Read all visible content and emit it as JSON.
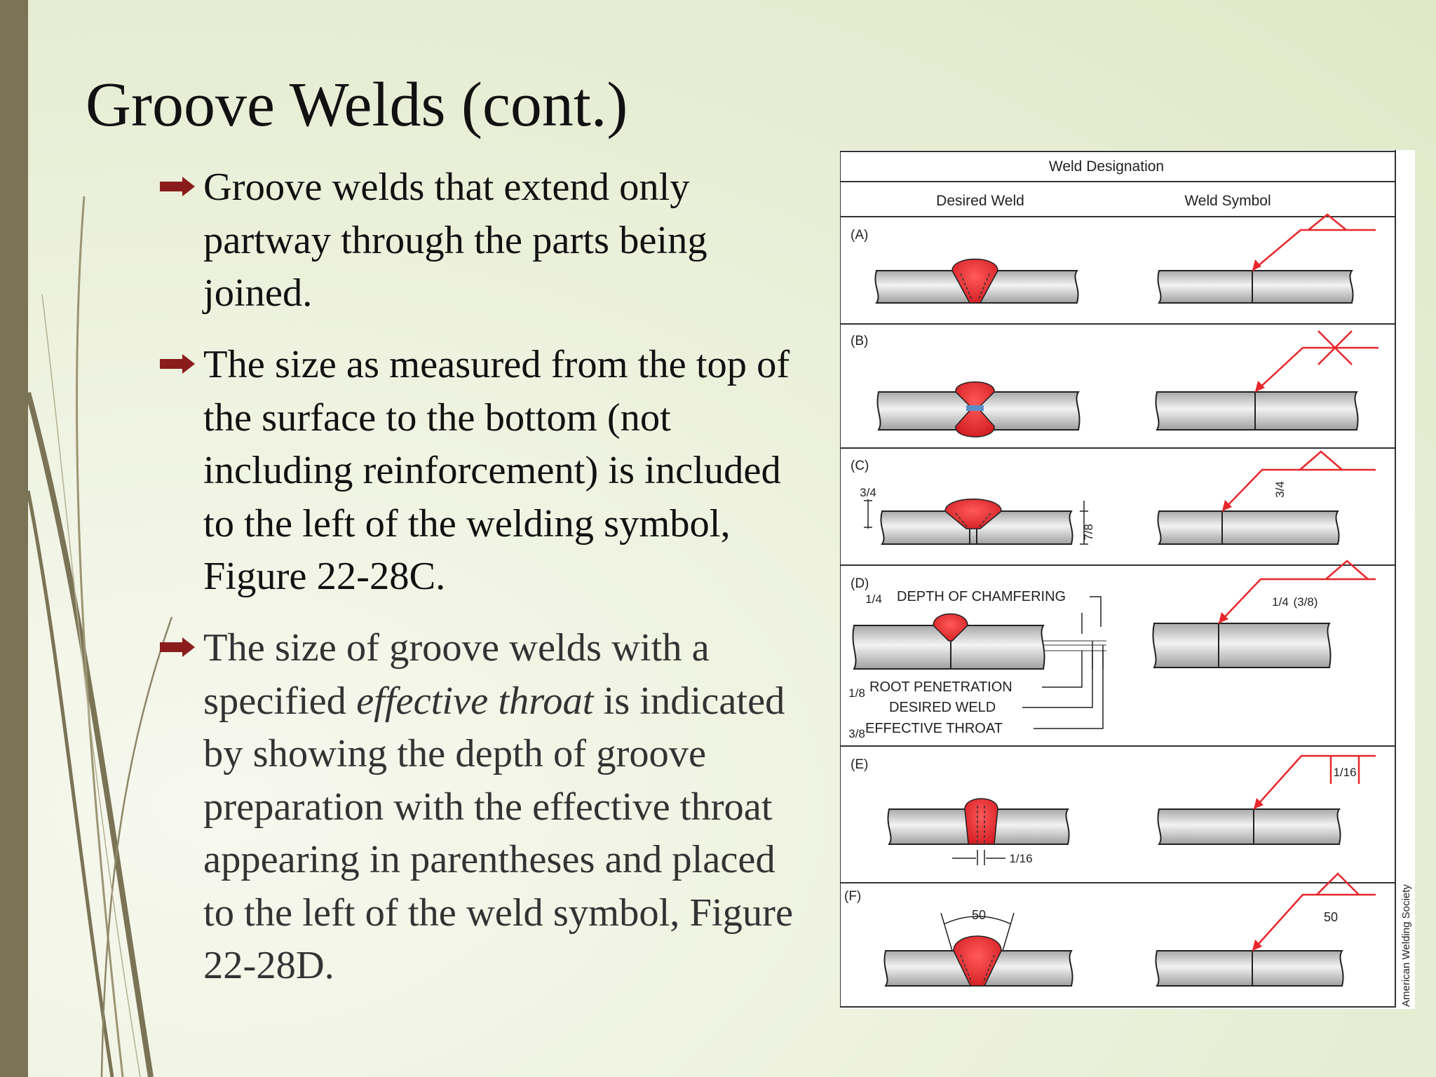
{
  "slide": {
    "title": "Groove Welds (cont.)",
    "bullets": [
      {
        "text": "Groove welds that extend only partway through the parts being joined."
      },
      {
        "text": "The size as measured from the top of the surface to the bottom (not including reinforcement) is included to the left of the welding symbol, Figure 22-28C."
      },
      {
        "text_before": "The size of groove welds with a specified ",
        "text_italic": "effective throat",
        "text_after": " is indicated by showing the depth of groove preparation with the effective throat appearing in parentheses and placed to the left of the weld symbol, Figure 22-28D."
      }
    ]
  },
  "colors": {
    "left_bar": "#7a7356",
    "bullet_arrow": "#8b1c1c",
    "weld": "#e8262b",
    "symbol_line": "#e8262b"
  },
  "icons": [
    "bullet-arrow-icon",
    "red-weld-bead",
    "red-weld-symbol-arrow"
  ],
  "figure": {
    "header": "Weld Designation",
    "col_desired": "Desired Weld",
    "col_symbol": "Weld Symbol",
    "credit": "American Welding Society",
    "rows": {
      "a": {
        "label": "(A)"
      },
      "b": {
        "label": "(B)"
      },
      "c": {
        "label": "(C)",
        "left_dim": "3/4",
        "right_dim": "7/8",
        "symbol_dim": "3/4"
      },
      "d": {
        "label": "(D)",
        "depth_frac": "1/4",
        "depth_label": "DEPTH OF CHAMFERING",
        "root_frac": "1/8",
        "root_label": "ROOT PENETRATION",
        "desired_label": "DESIRED WELD",
        "eff_frac": "3/8",
        "eff_label": "EFFECTIVE THROAT",
        "symbol_frac": "1/4",
        "symbol_paren": "(3/8)"
      },
      "e": {
        "label": "(E)",
        "gap": "1/16",
        "symbol_gap": "1/16"
      },
      "f": {
        "label": "(F)",
        "angle": "50",
        "symbol_angle": "50"
      }
    }
  }
}
